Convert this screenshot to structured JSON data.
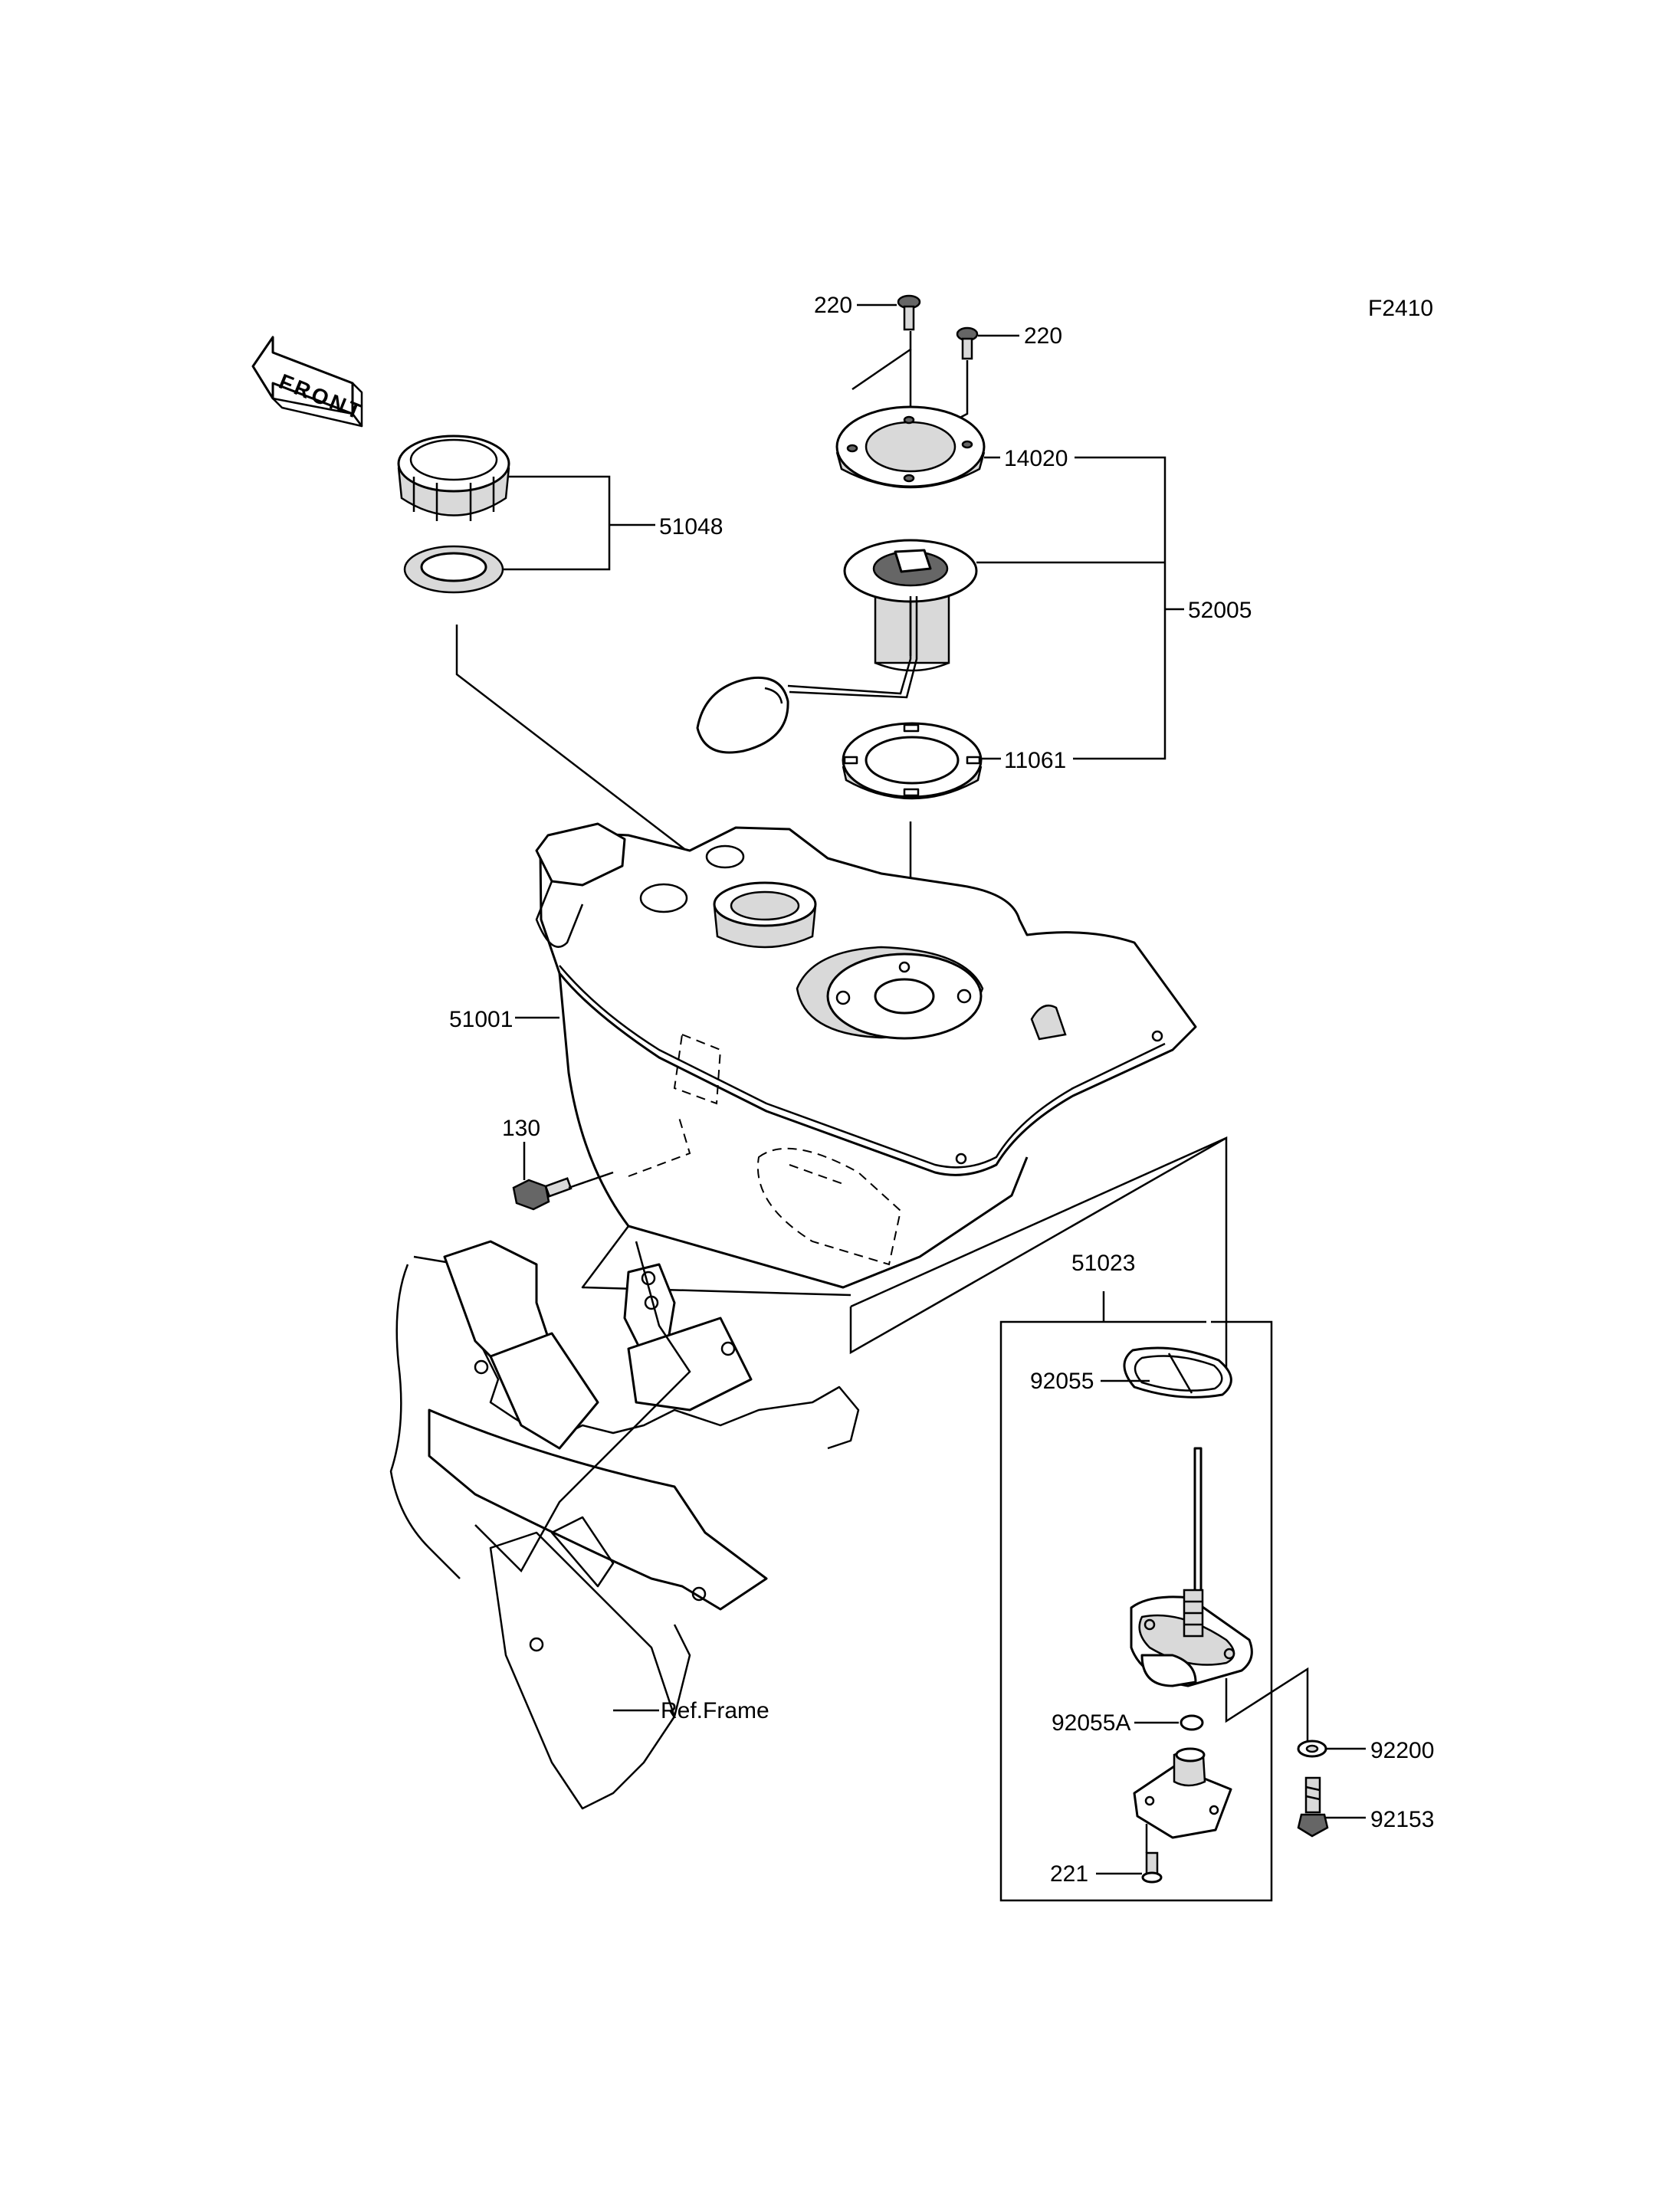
{
  "diagram_code": "F2410",
  "front_label": "FRONT",
  "callouts": {
    "screw_220_left": "220",
    "screw_220_right": "220",
    "plate_14020": "14020",
    "pump_assy_52005": "52005",
    "gasket_11061": "11061",
    "cap_51048": "51048",
    "tank_51001": "51001",
    "bolt_130": "130",
    "cock_assy_51023": "51023",
    "gasket_92055": "92055",
    "oring_92055A": "92055A",
    "washer_92200": "92200",
    "bolt_92153": "92153",
    "screw_221": "221",
    "ref_frame": "Ref.Frame"
  }
}
